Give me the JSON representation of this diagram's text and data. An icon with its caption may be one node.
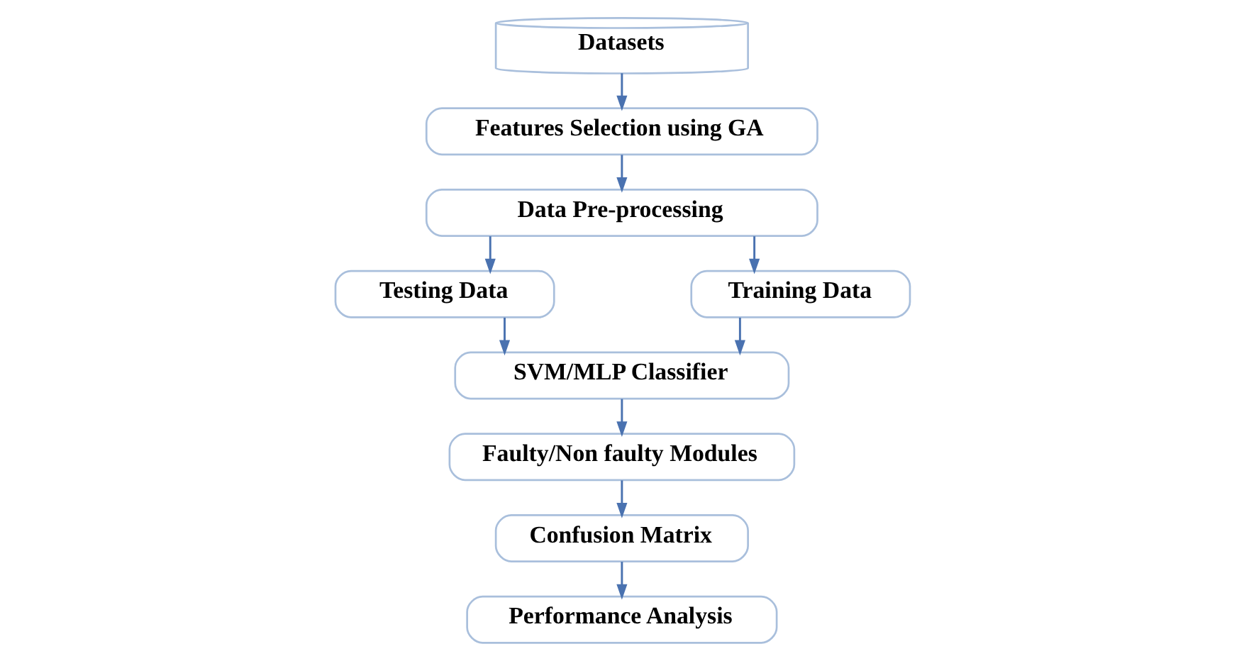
{
  "diagram": {
    "nodes": [
      {
        "text": [
          "Datasets"
        ]
      },
      {
        "text": [
          "Features Selection using GA"
        ]
      },
      {
        "text": [
          "Data Pre-processing"
        ]
      },
      {
        "text": [
          "Testing Data"
        ]
      },
      {
        "text": [
          "Training Data"
        ]
      },
      {
        "text": [
          "SVM/MLP Classifier"
        ]
      },
      {
        "text": [
          "Faulty/Non faulty Modules"
        ]
      },
      {
        "text": [
          "Confusion Matrix"
        ]
      },
      {
        "text": [
          "Performance Analysis"
        ]
      }
    ],
    "edges": [
      {
        "from": 0,
        "to": 1,
        "arrow": "to"
      },
      {
        "from": 1,
        "to": 2,
        "arrow": "to"
      },
      {
        "from": 2,
        "to": 3,
        "arrow": "to"
      },
      {
        "from": 2,
        "to": 4,
        "arrow": "to"
      },
      {
        "from": 3,
        "to": 5,
        "arrow": "to"
      },
      {
        "from": 4,
        "to": 5,
        "arrow": "to"
      },
      {
        "from": 5,
        "to": 6,
        "arrow": "to"
      },
      {
        "from": 6,
        "to": 7,
        "arrow": "to"
      },
      {
        "from": 7,
        "to": 8,
        "arrow": "to"
      }
    ]
  }
}
